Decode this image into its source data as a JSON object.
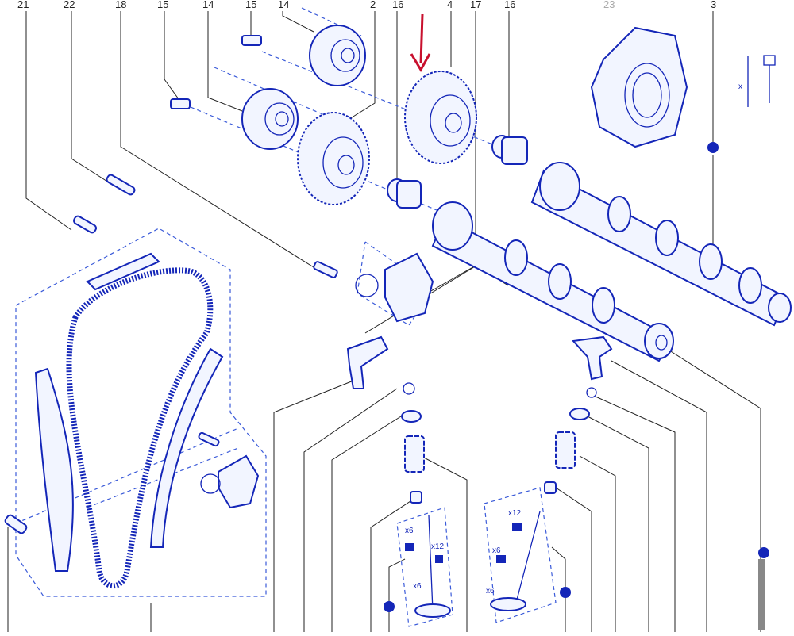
{
  "callouts": {
    "c21": "21",
    "c22": "22",
    "c18": "18",
    "c15a": "15",
    "c14a": "14",
    "c15b": "15",
    "c14b": "14",
    "c2": "2",
    "c16a": "16",
    "c4": "4",
    "c17": "17",
    "c16b": "16",
    "c23": "23",
    "c3": "3"
  },
  "quantities": {
    "q1": "x6",
    "q2": "x12",
    "q3": "x6",
    "q4": "x12",
    "q5": "x6",
    "q6": "x6"
  },
  "colors": {
    "part_stroke": "#1426b8",
    "arrow": "#c8102e",
    "ghost_label": "#aaaaaa"
  },
  "icons": {
    "highlight": "red-arrow-down-icon"
  }
}
